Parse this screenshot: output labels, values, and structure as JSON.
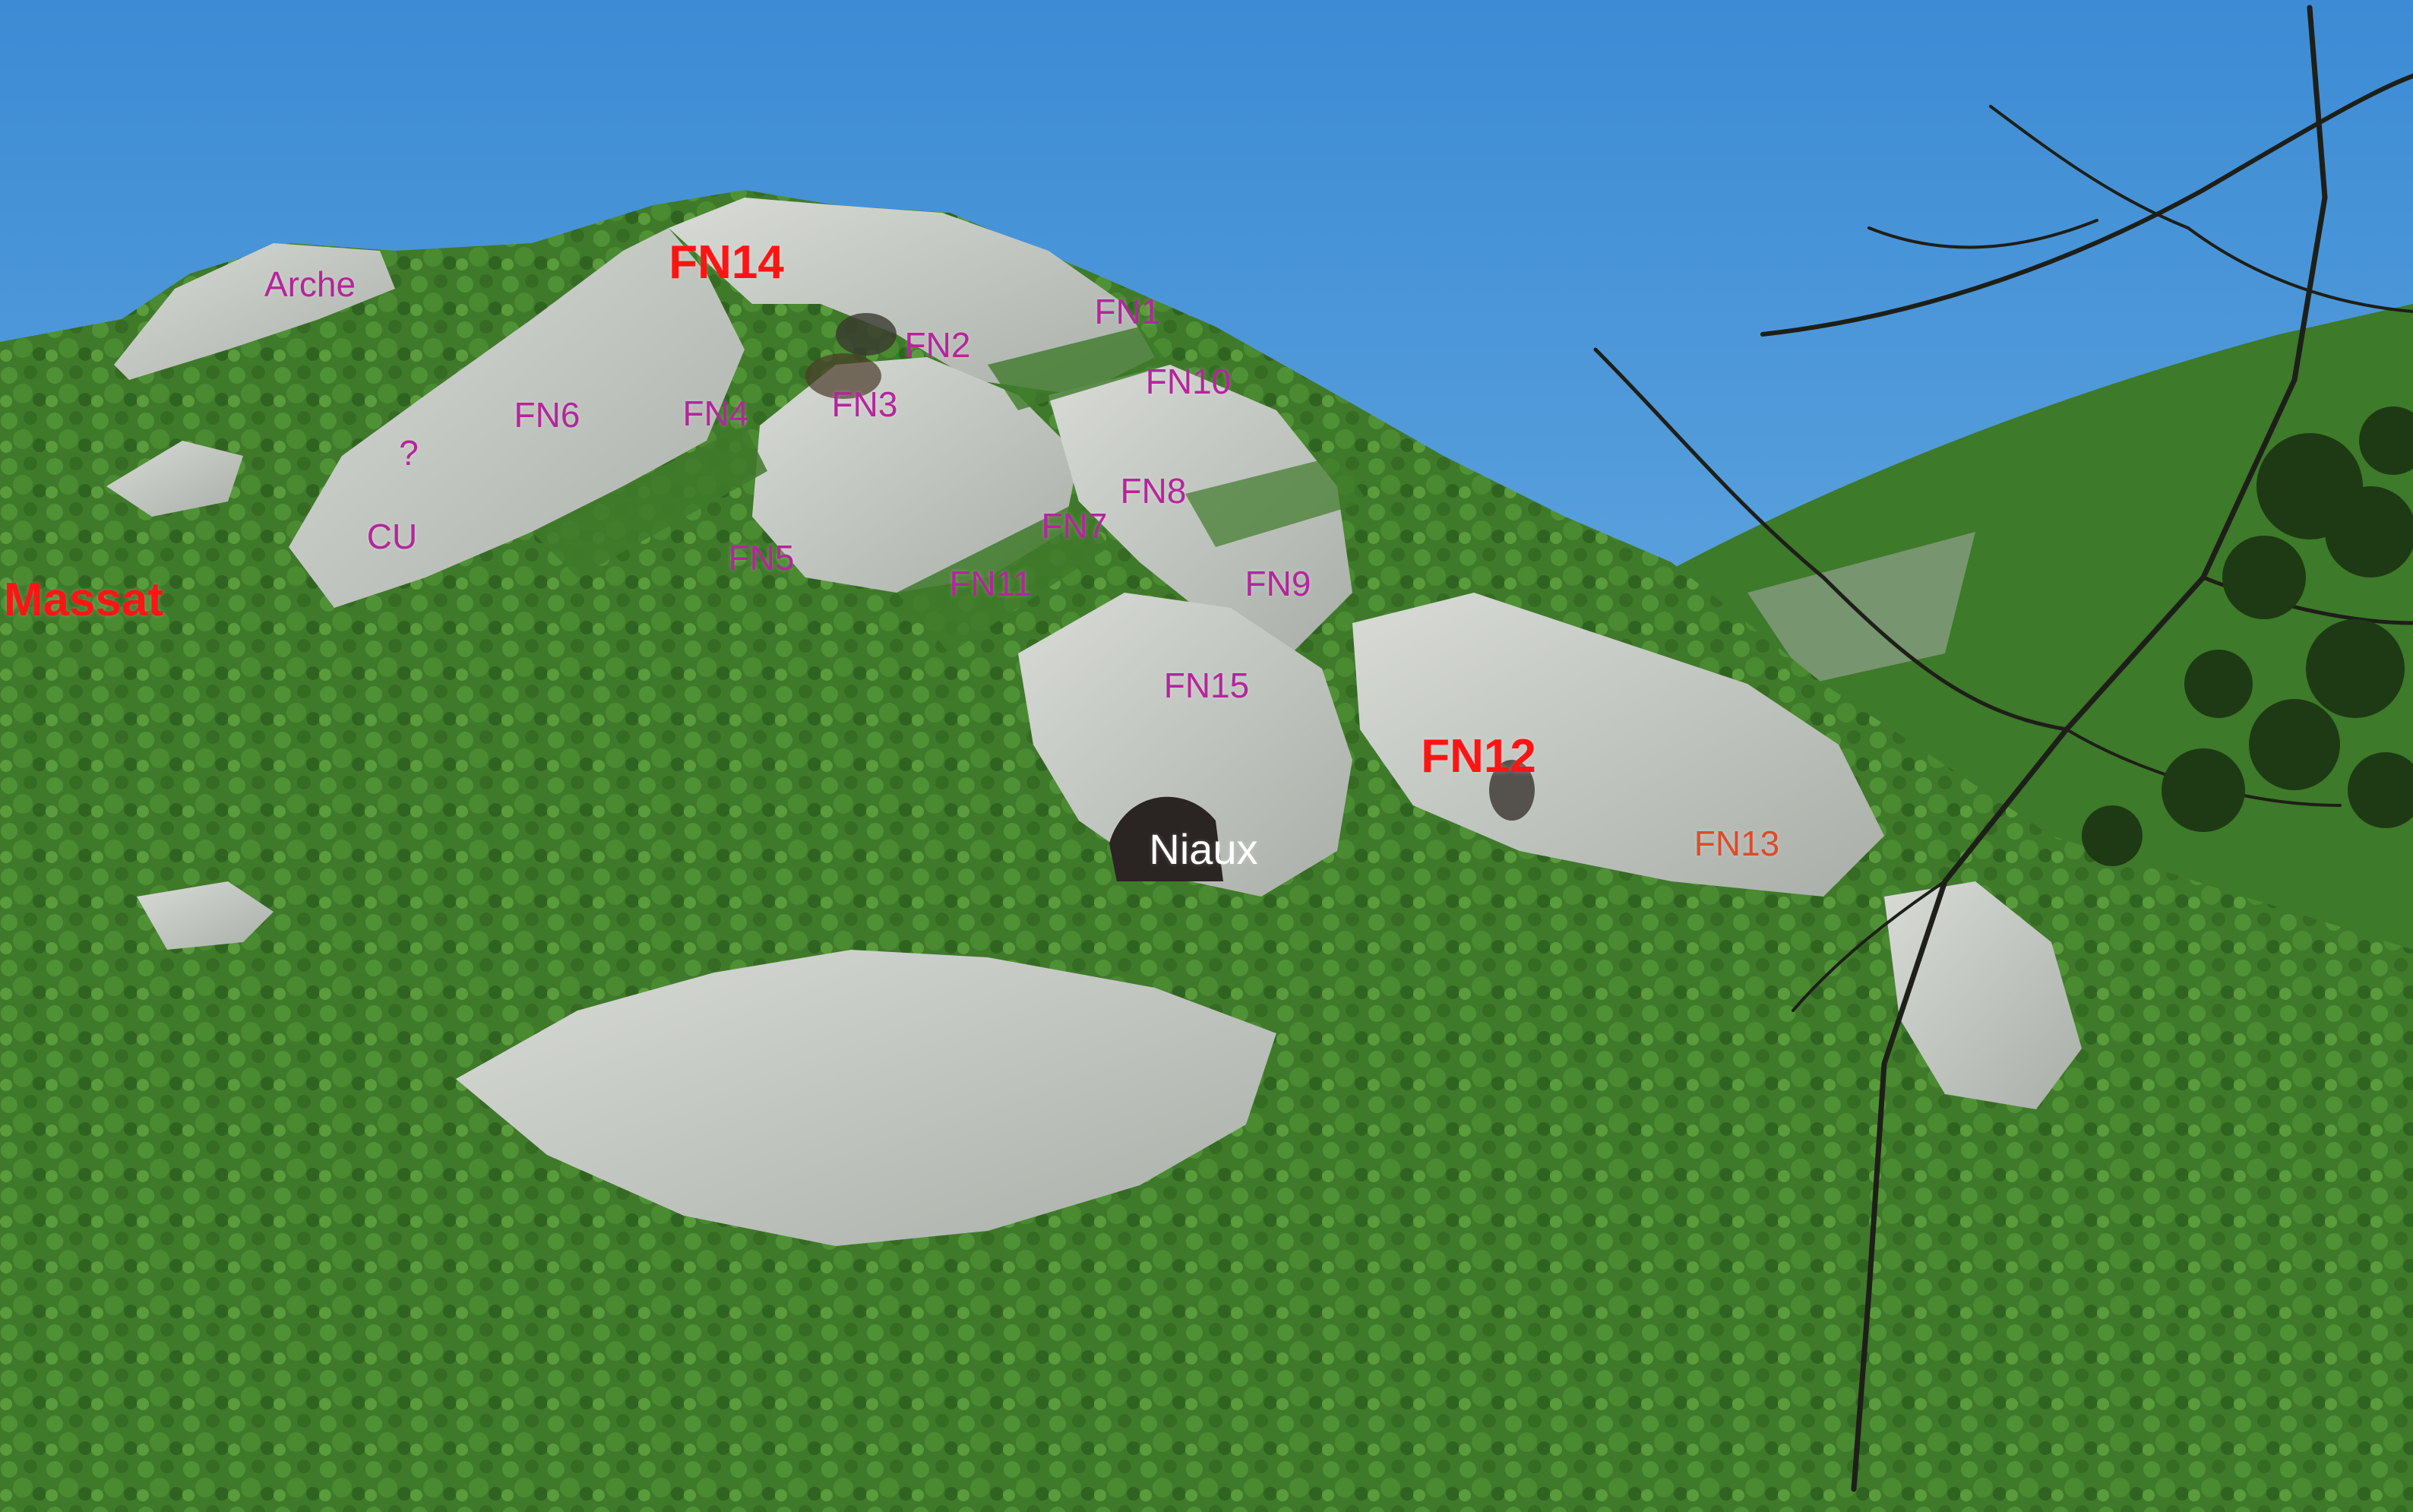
{
  "colors": {
    "sky_top": "#3f8ed6",
    "sky_bottom": "#7fbde9",
    "forest": "#3f7a2a",
    "forest_dark": "#2a5a1c",
    "rock": "#c9cdc8",
    "rock_shadow": "#9aa19a",
    "cave_label": "#b5259c",
    "major_label": "#ff1414",
    "site_label": "#ffffff",
    "fn13_label": "#e04a2a"
  },
  "labels": {
    "arche": "Arche",
    "fn14": "FN14",
    "fn1": "FN1",
    "fn2": "FN2",
    "fn3": "FN3",
    "fn4": "FN4",
    "fn5": "FN5",
    "fn6": "FN6",
    "fn7": "FN7",
    "fn8": "FN8",
    "fn9": "FN9",
    "fn10": "FN10",
    "fn11": "FN11",
    "fn12": "FN12",
    "fn13": "FN13",
    "fn15": "FN15",
    "question": "?",
    "cu": "CU",
    "massat": "Massat",
    "niaux": "Niaux"
  }
}
